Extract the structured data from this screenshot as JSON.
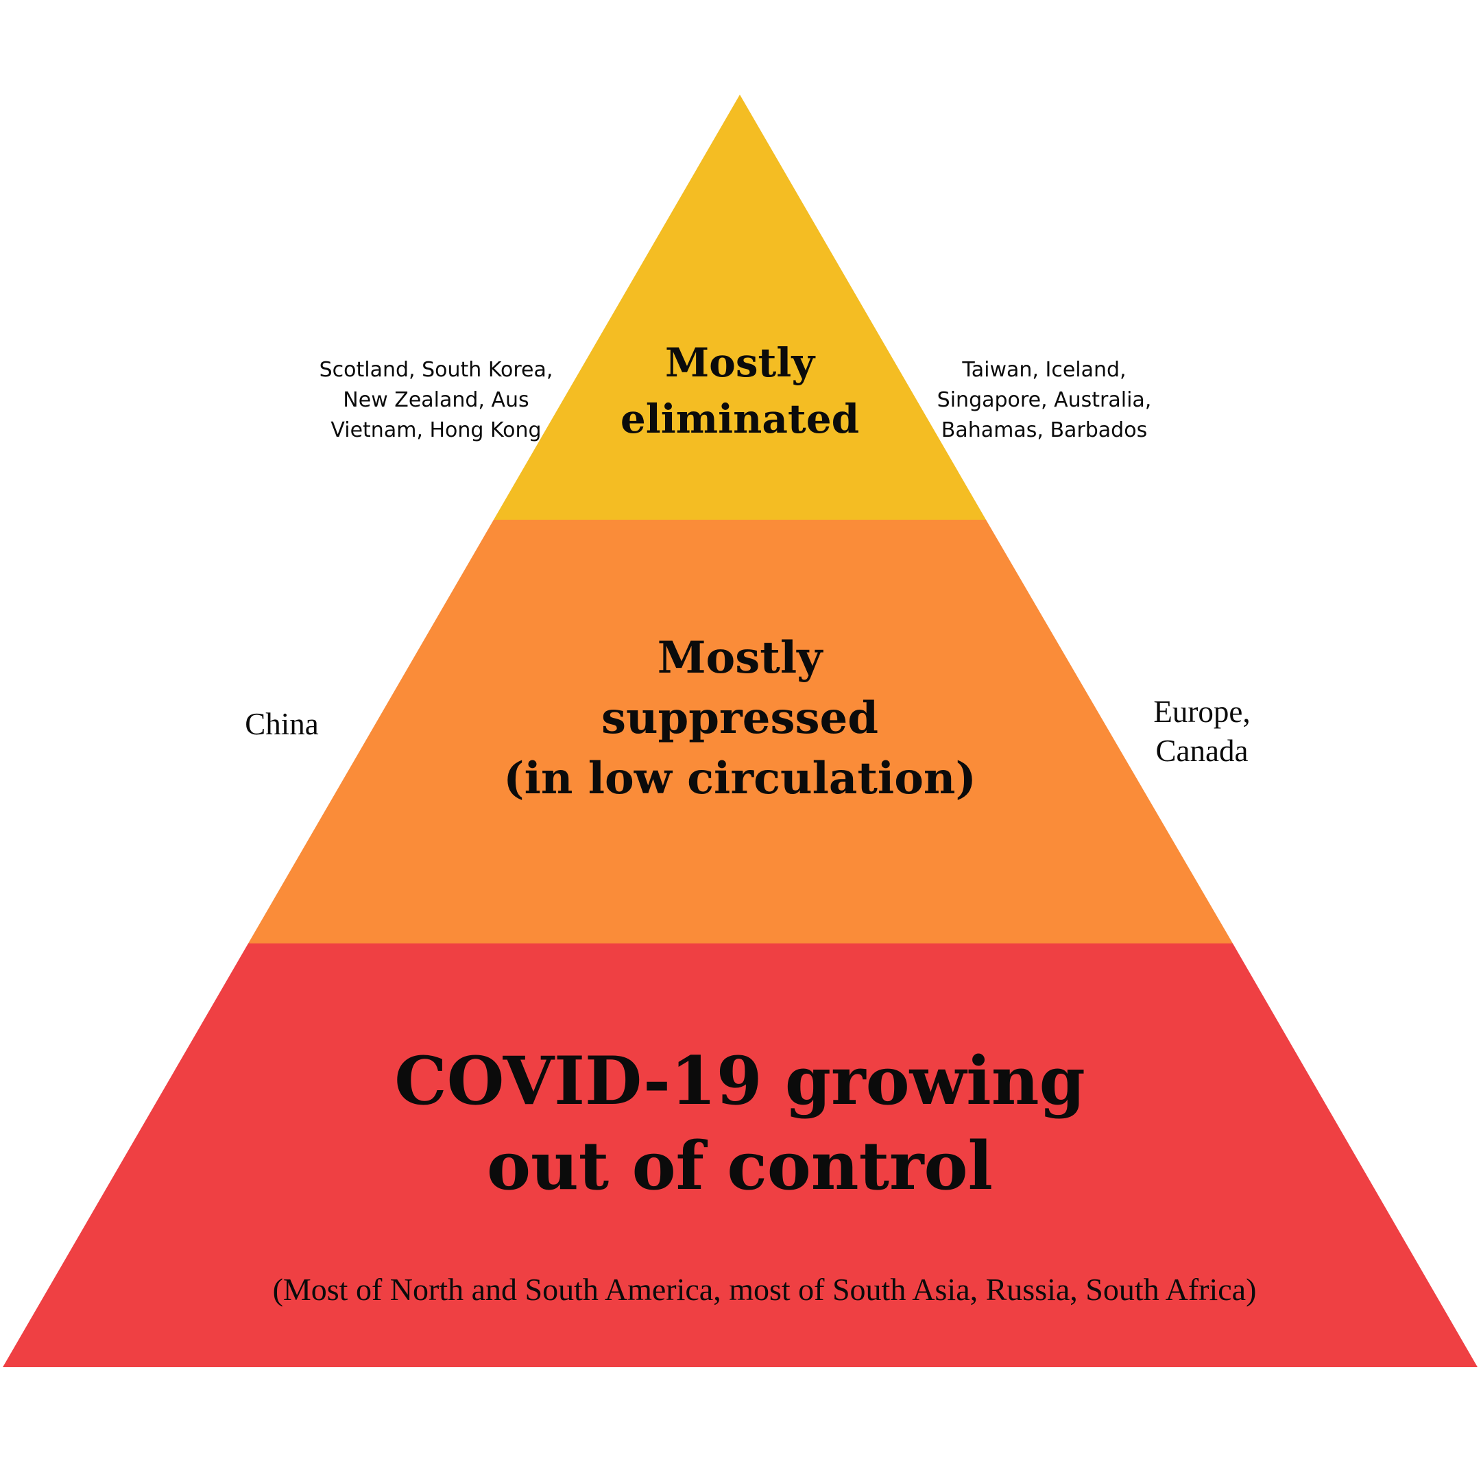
{
  "colors": {
    "background": "#ffffff",
    "tier_top": "#F4BD23",
    "tier_middle": "#FA8C39",
    "tier_bottom": "#EF4043",
    "text": "#0b0b0b"
  },
  "pyramid": {
    "tiers": [
      {
        "id": "top",
        "title_lines": [
          "Mostly",
          "eliminated"
        ],
        "left_annotation_lines": [
          "Scotland, South Korea,",
          "New Zealand, Aus",
          "Vietnam, Hong Kong"
        ],
        "right_annotation_lines": [
          "Taiwan, Iceland,",
          "Singapore, Australia,",
          "Bahamas, Barbados"
        ]
      },
      {
        "id": "middle",
        "title_lines": [
          "Mostly",
          "suppressed",
          "(in low circulation)"
        ],
        "left_annotation_lines": [
          "China"
        ],
        "right_annotation_lines": [
          "Europe,",
          "Canada"
        ]
      },
      {
        "id": "bottom",
        "title_lines": [
          "COVID-19 growing",
          "out of control"
        ],
        "note": "(Most of North and South America, most of South Asia, Russia, South Africa)"
      }
    ]
  }
}
